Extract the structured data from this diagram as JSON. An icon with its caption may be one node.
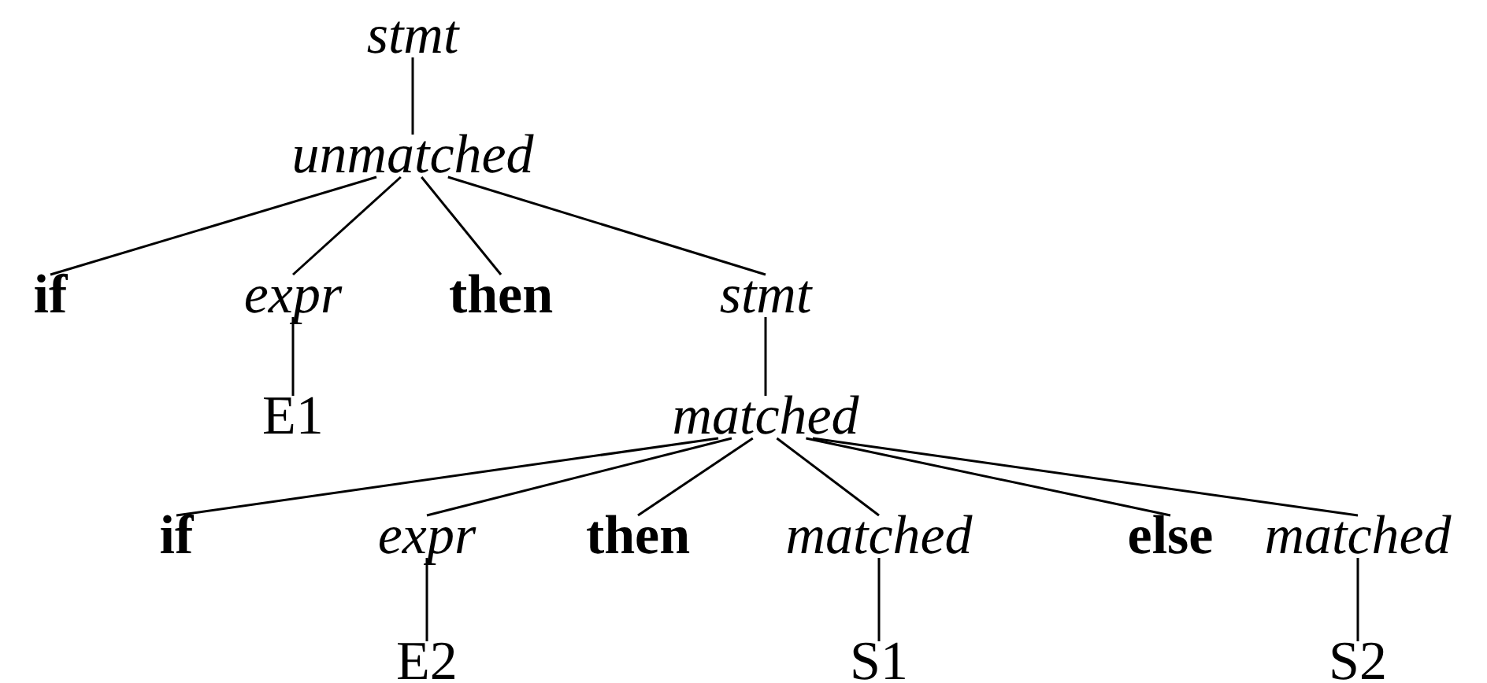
{
  "diagram": {
    "nodes": [
      {
        "text": [
          "stmt"
        ]
      },
      {
        "text": [
          "unmatched"
        ]
      },
      {
        "text": [
          "if"
        ]
      },
      {
        "text": [
          "expr"
        ]
      },
      {
        "text": [
          "then"
        ]
      },
      {
        "text": [
          "stmt"
        ]
      },
      {
        "text": [
          "E1"
        ]
      },
      {
        "text": [
          "matched"
        ]
      },
      {
        "text": [
          "if"
        ]
      },
      {
        "text": [
          "expr"
        ]
      },
      {
        "text": [
          "then"
        ]
      },
      {
        "text": [
          "matched"
        ]
      },
      {
        "text": [
          "else"
        ]
      },
      {
        "text": [
          "matched"
        ]
      },
      {
        "text": [
          "E2"
        ]
      },
      {
        "text": [
          "S1"
        ]
      },
      {
        "text": [
          "S2"
        ]
      }
    ],
    "edges": [
      {
        "from": 0,
        "to": 1,
        "arrow": "none"
      },
      {
        "from": 1,
        "to": 2,
        "arrow": "none"
      },
      {
        "from": 1,
        "to": 3,
        "arrow": "none"
      },
      {
        "from": 1,
        "to": 4,
        "arrow": "none"
      },
      {
        "from": 1,
        "to": 5,
        "arrow": "none"
      },
      {
        "from": 3,
        "to": 6,
        "arrow": "none"
      },
      {
        "from": 5,
        "to": 7,
        "arrow": "none"
      },
      {
        "from": 7,
        "to": 8,
        "arrow": "none"
      },
      {
        "from": 7,
        "to": 9,
        "arrow": "none"
      },
      {
        "from": 7,
        "to": 10,
        "arrow": "none"
      },
      {
        "from": 7,
        "to": 11,
        "arrow": "none"
      },
      {
        "from": 7,
        "to": 12,
        "arrow": "none"
      },
      {
        "from": 7,
        "to": 13,
        "arrow": "none"
      },
      {
        "from": 9,
        "to": 14,
        "arrow": "none"
      },
      {
        "from": 11,
        "to": 15,
        "arrow": "none"
      },
      {
        "from": 13,
        "to": 16,
        "arrow": "none"
      }
    ]
  }
}
